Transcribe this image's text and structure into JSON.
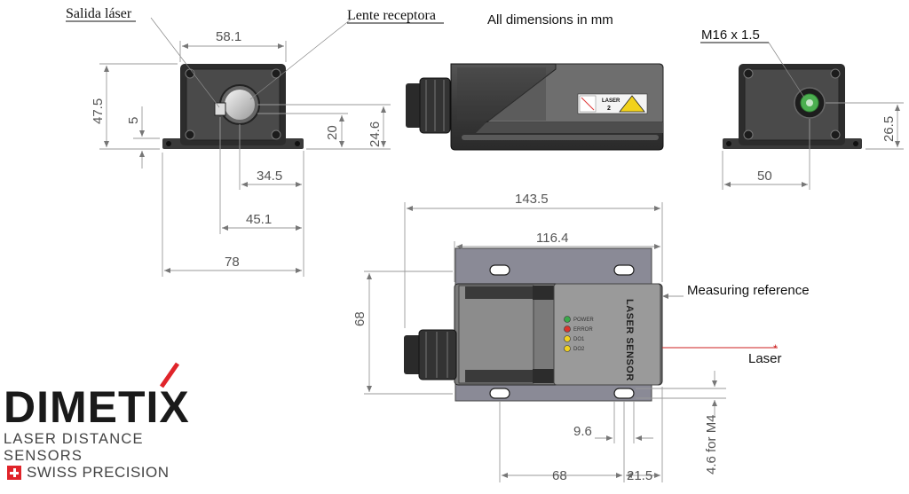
{
  "header": {
    "note": "All dimensions in mm"
  },
  "front_view": {
    "label_laser_out": "Salida láser",
    "label_receiver": "Lente receptora",
    "dim_width_top": "58.1",
    "dim_height": "47.5",
    "dim_flange": "5",
    "dim_lens_h": "20",
    "dim_laser_h": "24.6",
    "dim_lens_x": "34.5",
    "dim_laser_x": "45.1",
    "dim_total_w": "78"
  },
  "side_view": {
    "laser_label_title": "LASER",
    "laser_label_class": "2"
  },
  "rear_view": {
    "label_thread": "M16 x 1.5",
    "dim_connector_h": "26.5",
    "dim_connector_x": "50"
  },
  "top_view": {
    "dim_total_len": "143.5",
    "dim_body_len": "116.4",
    "dim_width": "68",
    "label_measuring_ref": "Measuring reference",
    "label_laser": "Laser",
    "housing_text": "LASER SENSOR",
    "led_labels": [
      "POWER",
      "ERROR",
      "DO1",
      "DO2"
    ],
    "led_colors": [
      "#3aa84a",
      "#d9342b",
      "#f0d020",
      "#f0d020"
    ],
    "dim_slot_w": "9.6",
    "dim_hole_dist": "68",
    "dim_edge": "21.5",
    "dim_m4": "4.6 for M4"
  },
  "logo": {
    "brand": "DIMETIX",
    "tagline": "LASER DISTANCE SENSORS",
    "swiss": "SWISS PRECISION"
  }
}
